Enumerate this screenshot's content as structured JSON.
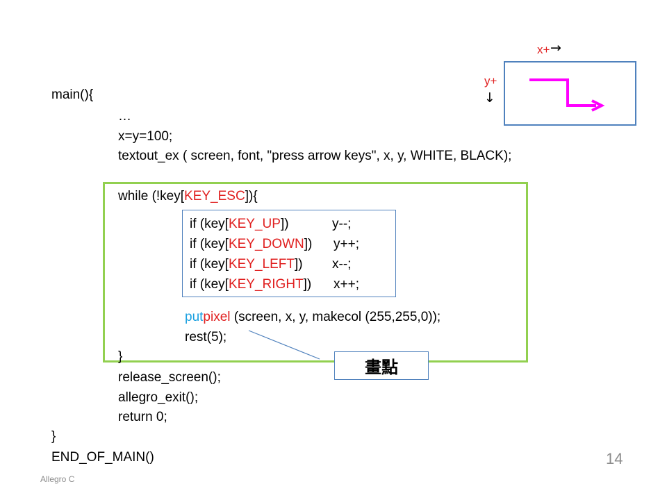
{
  "slide": {
    "footer": "Allegro C",
    "page_number": "14"
  },
  "code": {
    "line_main_open": "main(){",
    "line_ellipsis": "…",
    "line_assign": "x=y=100;",
    "line_textout": "textout_ex ( screen, font, \"press arrow keys\", x, y, WHITE, BLACK);",
    "while_prefix": "while (!key[",
    "while_key": "KEY_ESC",
    "while_suffix": "]){",
    "if_lines": [
      {
        "prefix": "if (key[",
        "key": "KEY_UP",
        "suffix": "])",
        "action": "y--;"
      },
      {
        "prefix": "if (key[",
        "key": "KEY_DOWN",
        "suffix": "])",
        "action": "y++;"
      },
      {
        "prefix": "if (key[",
        "key": "KEY_LEFT",
        "suffix": "])",
        "action": "x--;"
      },
      {
        "prefix": "if (key[",
        "key": "KEY_RIGHT",
        "suffix": "])",
        "action": "x++;"
      }
    ],
    "putpixel_put": "put",
    "putpixel_pixel": "pixel",
    "putpixel_rest": " (screen, x, y, makecol (255,255,0));",
    "line_rest": "rest(5);",
    "line_close_while": "}",
    "line_release": "release_screen();",
    "line_exit": "allegro_exit();",
    "line_return": "return 0;",
    "line_close_main": "}",
    "line_end": "END_OF_MAIN()"
  },
  "callout": {
    "label": "畫點"
  },
  "diagram": {
    "x_label": "x+",
    "y_label": "y+",
    "x_arrow_icon": "right-arrow-icon",
    "y_arrow_icon": "down-arrow-icon",
    "path_color": "#ff00ff",
    "box_color": "#4f81bd"
  },
  "colors": {
    "keyword_red": "#e02020",
    "putpixel_cyan": "#1aa0e0",
    "loop_box_green": "#92d050",
    "if_box_blue": "#4f81bd"
  }
}
